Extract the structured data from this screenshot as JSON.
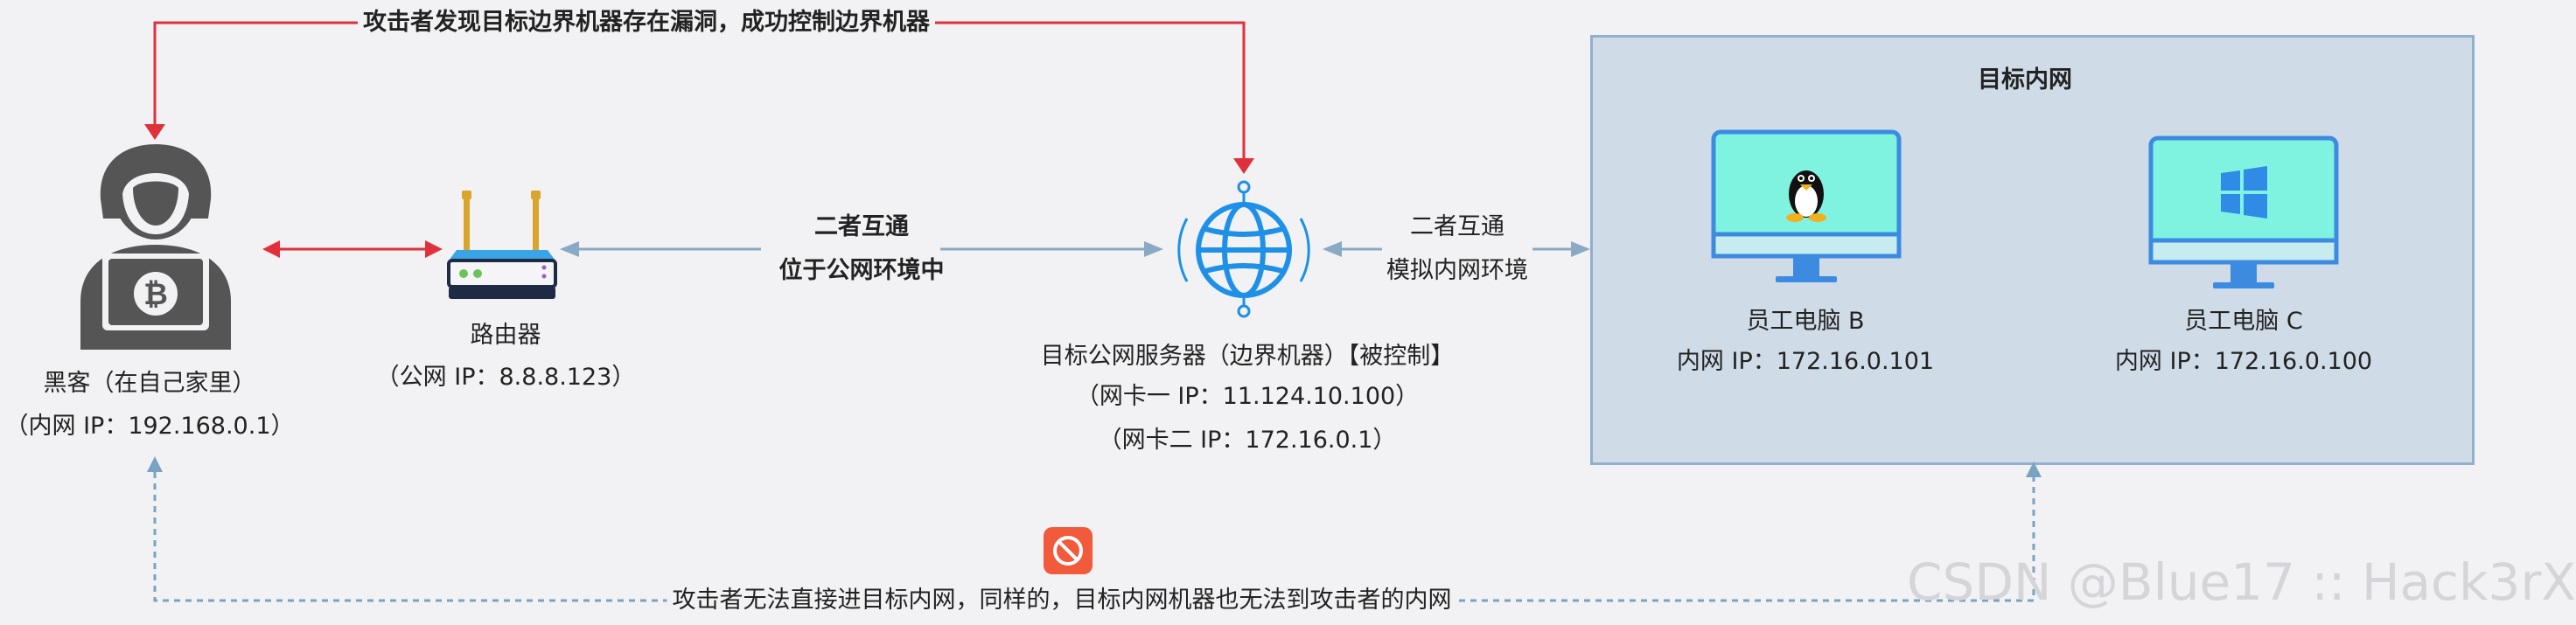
{
  "top_note": "攻击者发现目标边界机器存在漏洞，成功控制边界机器",
  "bottom_note": "攻击者无法直接进目标内网，同样的，目标内网机器也无法到攻击者的内网",
  "watermark": "CSDN @Blue17 :: Hack3rX",
  "hacker": {
    "name": "黑客（在自己家里）",
    "ip": "（内网 IP：192.168.0.1）"
  },
  "router": {
    "name": "路由器",
    "ip": "（公网 IP：8.8.8.123）"
  },
  "public_link": {
    "line1": "二者互通",
    "line2": "位于公网环境中"
  },
  "server": {
    "name": "目标公网服务器（边界机器）【被控制】",
    "nic1": "（网卡一 IP：11.124.10.100）",
    "nic2": "（网卡二 IP：172.16.0.1）"
  },
  "lan_link": {
    "line1": "二者互通",
    "line2": "模拟内网环境"
  },
  "intranet": {
    "title": "目标内网",
    "pc_b": {
      "name": "员工电脑 B",
      "ip": "内网 IP：172.16.0.101"
    },
    "pc_c": {
      "name": "员工电脑 C",
      "ip": "内网 IP：172.16.0.100"
    }
  },
  "colors": {
    "red_arrow": "#e0303c",
    "blue_arrow": "#8aa9c4",
    "dotted_arrow": "#7aa3c2",
    "globe": "#1e90e8",
    "panel_fill": "#cfdce8",
    "panel_border": "#8fb0cf",
    "monitor_screen": "#7ff3e0",
    "monitor_frame": "#3c8be0",
    "block_icon": "#f25a3c"
  },
  "icons": [
    "hacker-icon",
    "bitcoin-icon",
    "router-icon",
    "globe-icon",
    "linux-tux-icon",
    "windows-logo-icon",
    "monitor-icon",
    "block-icon"
  ]
}
